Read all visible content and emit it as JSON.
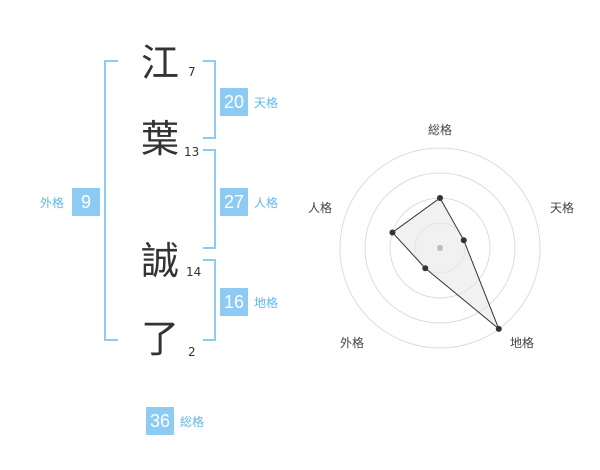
{
  "name": {
    "characters": [
      {
        "char": "江",
        "strokes": "7"
      },
      {
        "char": "葉",
        "strokes": "13"
      },
      {
        "char": "誠",
        "strokes": "14"
      },
      {
        "char": "了",
        "strokes": "2"
      }
    ]
  },
  "fortunes": {
    "tenkaku": {
      "value": "20",
      "label": "天格"
    },
    "jinkaku": {
      "value": "27",
      "label": "人格"
    },
    "chikaku": {
      "value": "16",
      "label": "地格"
    },
    "gaikaku": {
      "value": "9",
      "label": "外格"
    },
    "soukaku": {
      "value": "36",
      "label": "総格"
    }
  },
  "radar": {
    "axis_labels": {
      "top": "総格",
      "upper_right": "天格",
      "lower_right": "地格",
      "lower_left": "外格",
      "upper_left": "人格"
    },
    "levels": 4,
    "series": [
      {
        "axis": "総格",
        "level": 2
      },
      {
        "axis": "天格",
        "level": 1
      },
      {
        "axis": "地格",
        "level": 4
      },
      {
        "axis": "外格",
        "level": 1
      },
      {
        "axis": "人格",
        "level": 2
      }
    ],
    "colors": {
      "fill": "#e8e8e8",
      "stroke": "#333333",
      "ring": "#dddddd",
      "point": "#333333",
      "center": "#bbbbbb"
    }
  },
  "colors": {
    "accent": "#8ecbf3",
    "label": "#62b8ea"
  }
}
